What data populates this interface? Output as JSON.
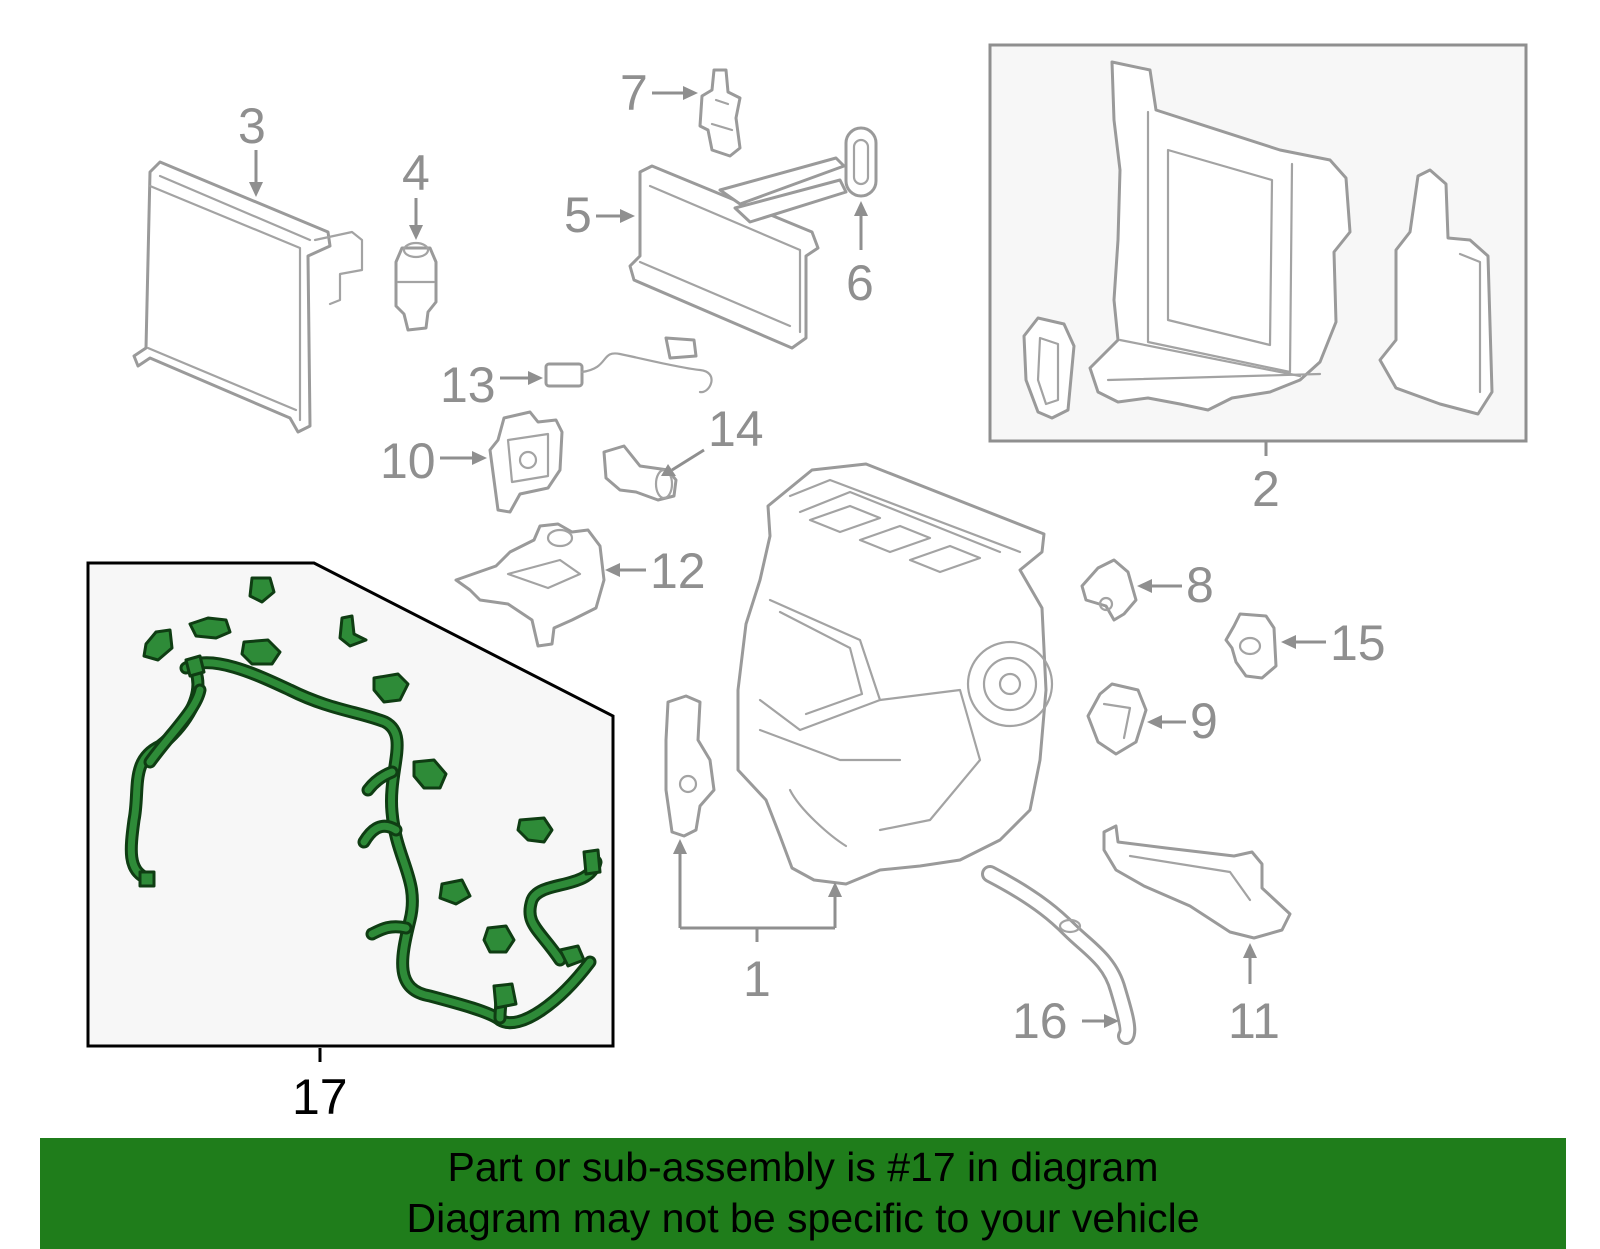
{
  "diagram": {
    "callouts": [
      {
        "id": "1",
        "label": "1"
      },
      {
        "id": "2",
        "label": "2"
      },
      {
        "id": "3",
        "label": "3"
      },
      {
        "id": "4",
        "label": "4"
      },
      {
        "id": "5",
        "label": "5"
      },
      {
        "id": "6",
        "label": "6"
      },
      {
        "id": "7",
        "label": "7"
      },
      {
        "id": "8",
        "label": "8"
      },
      {
        "id": "9",
        "label": "9"
      },
      {
        "id": "10",
        "label": "10"
      },
      {
        "id": "11",
        "label": "11"
      },
      {
        "id": "12",
        "label": "12"
      },
      {
        "id": "13",
        "label": "13"
      },
      {
        "id": "14",
        "label": "14"
      },
      {
        "id": "15",
        "label": "15"
      },
      {
        "id": "16",
        "label": "16"
      },
      {
        "id": "17",
        "label": "17"
      }
    ],
    "highlight_part": "17"
  },
  "banner": {
    "line1": "Part or sub-assembly is #17 in diagram",
    "line2": "Diagram may not be specific to your vehicle"
  },
  "colors": {
    "banner_bg": "#1f7d1b",
    "harness": "#2e8b38",
    "outline": "#9a9a9a"
  }
}
